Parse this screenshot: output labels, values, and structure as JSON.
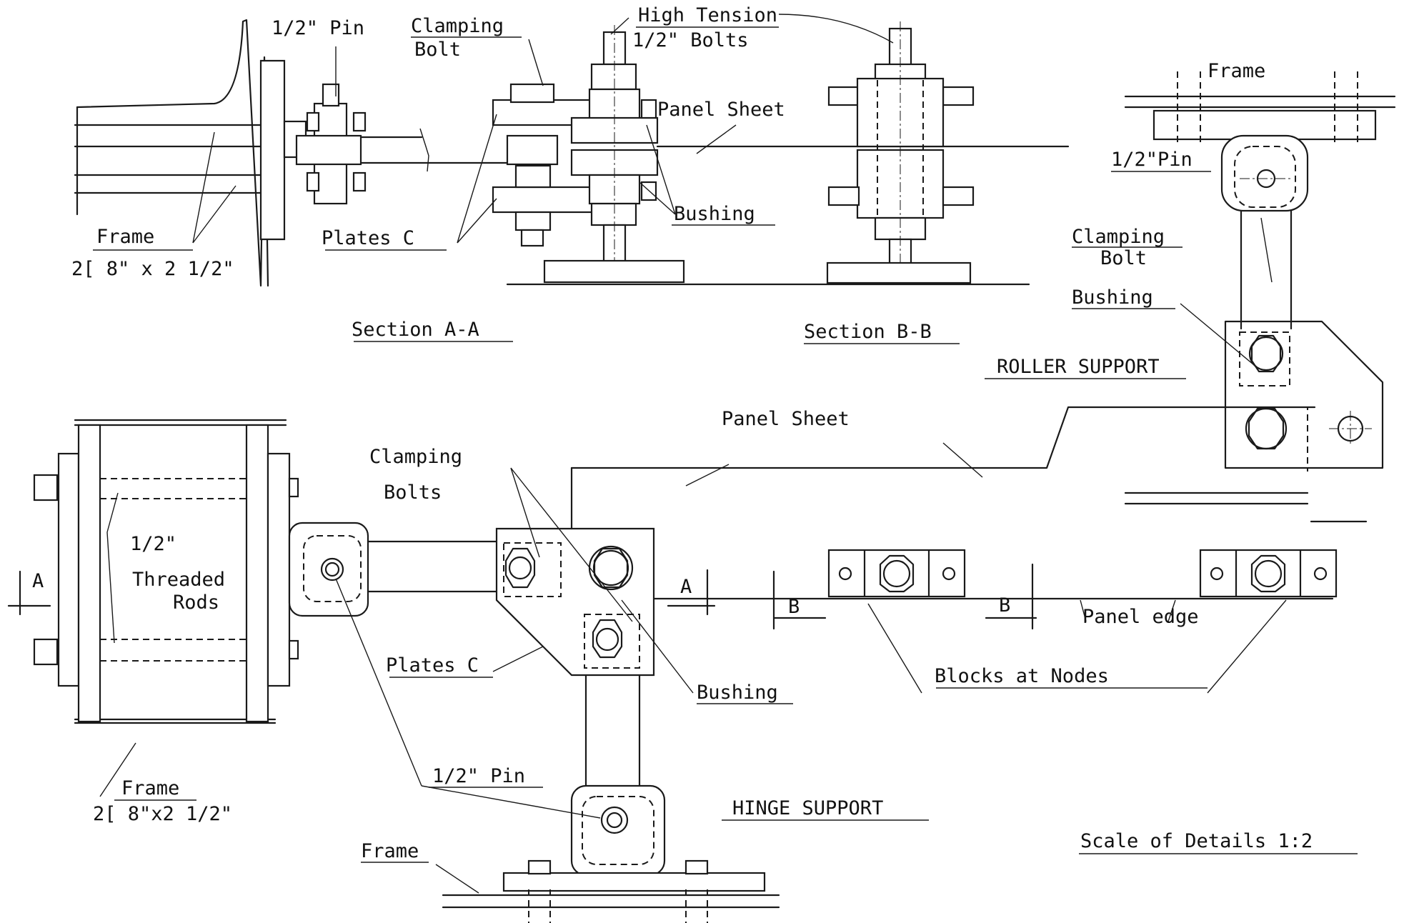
{
  "sections": {
    "section_a": "Section A-A",
    "section_b": "Section B-B",
    "roller_support": "ROLLER SUPPORT",
    "hinge_support": "HINGE SUPPORT",
    "scale_note": "Scale of Details 1:2"
  },
  "labels": {
    "pin_top": "1/2\" Pin",
    "clamping_bolt_top_1": "Clamping",
    "clamping_bolt_top_2": "Bolt",
    "high_tension": "High Tension",
    "half_bolts": "1/2\" Bolts",
    "panel_sheet_top": "Panel Sheet",
    "frame_top_left": "Frame",
    "frame_top_left_size": "2[ 8\" x 2 1/2\"",
    "plates_c_top": "Plates C",
    "bushing_top": "Bushing",
    "frame_roller": "Frame",
    "pin_roller": "1/2\"Pin",
    "clamping_bolt_roller_1": "Clamping",
    "clamping_bolt_roller_2": "Bolt",
    "bushing_roller": "Bushing",
    "panel_sheet_bottom": "Panel Sheet",
    "clamping_bolts_1": "Clamping",
    "clamping_bolts_2": "Bolts",
    "threaded_1": "1/2\"",
    "threaded_2": "Threaded",
    "threaded_3": "Rods",
    "plates_c_bottom": "Plates C",
    "bushing_bottom": "Bushing",
    "frame_bottom_left": "Frame",
    "frame_bottom_left_size": "2[ 8\"x2 1/2\"",
    "pin_bottom": "1/2\" Pin",
    "frame_bottom": "Frame",
    "panel_edge": "Panel edge",
    "blocks_at_nodes": "Blocks at Nodes",
    "mark_a_left": "A",
    "mark_a_right": "A",
    "mark_b_left": "B",
    "mark_b_right": "B"
  }
}
